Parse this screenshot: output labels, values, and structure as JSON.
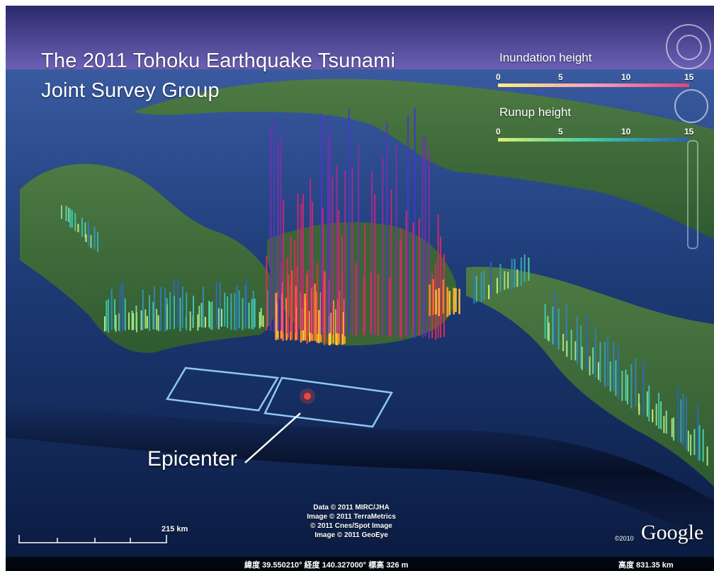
{
  "title": {
    "line1": "The 2011 Tohoku Earthquake Tsunami",
    "line2": "Joint Survey Group"
  },
  "legend": {
    "inundation": {
      "label": "Inundation height",
      "ticks": [
        "0",
        "5",
        "10",
        "15"
      ]
    },
    "runup": {
      "label": "Runup height",
      "ticks": [
        "0",
        "5",
        "10",
        "15"
      ]
    }
  },
  "epicenter_label": "Epicenter",
  "credits": [
    "Data © 2011 MIRC/JHA",
    "Image © 2011 TerraMetrics",
    "© 2011 Cnes/Spot Image",
    "Image © 2011 GeoEye"
  ],
  "scale_label": "215 km",
  "brand": {
    "year": "©2010",
    "name": "Google"
  },
  "status": {
    "coordinates": "緯度  39.550210° 経度  140.327000° 標高  326 m",
    "altitude": "高度  831.35 km"
  },
  "colors": {
    "ocean_deep": "#0a1a3f",
    "ocean": "#1e3c78",
    "sky": "#6f62b8",
    "land": "#3c6a3a",
    "inundation_gradient": [
      "#fff27a",
      "#f4a0b8",
      "#e0457a"
    ],
    "runup_gradient": [
      "#d8f070",
      "#3fc9a8",
      "#2b5fb5"
    ],
    "fault_box": "#8ec9f2"
  }
}
